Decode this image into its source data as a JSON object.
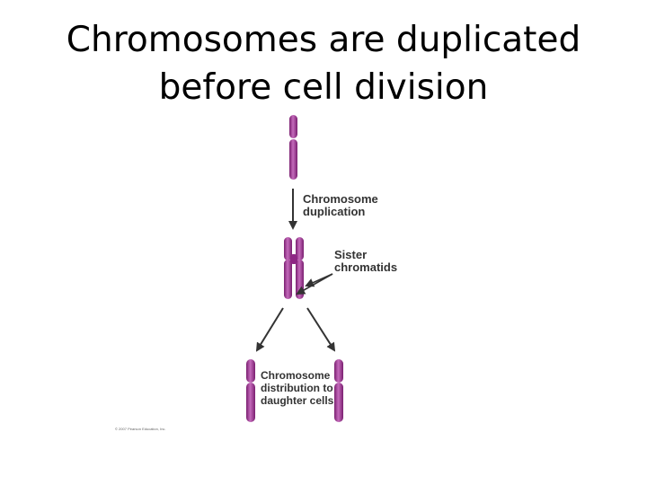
{
  "title": {
    "line1": "Chromosomes are duplicated",
    "line2": "before cell division"
  },
  "labels": {
    "duplication": [
      "Chromosome",
      "duplication"
    ],
    "sister": [
      "Sister",
      "chromatids"
    ],
    "distribution": [
      "Chromosome",
      "distribution to",
      "daughter cells"
    ]
  },
  "copyright": "© 2007 Pearson Education, Inc.",
  "colors": {
    "chromosome": "#9b2d8f",
    "chromosome_light": "#c46abb",
    "arrow": "#333333"
  }
}
